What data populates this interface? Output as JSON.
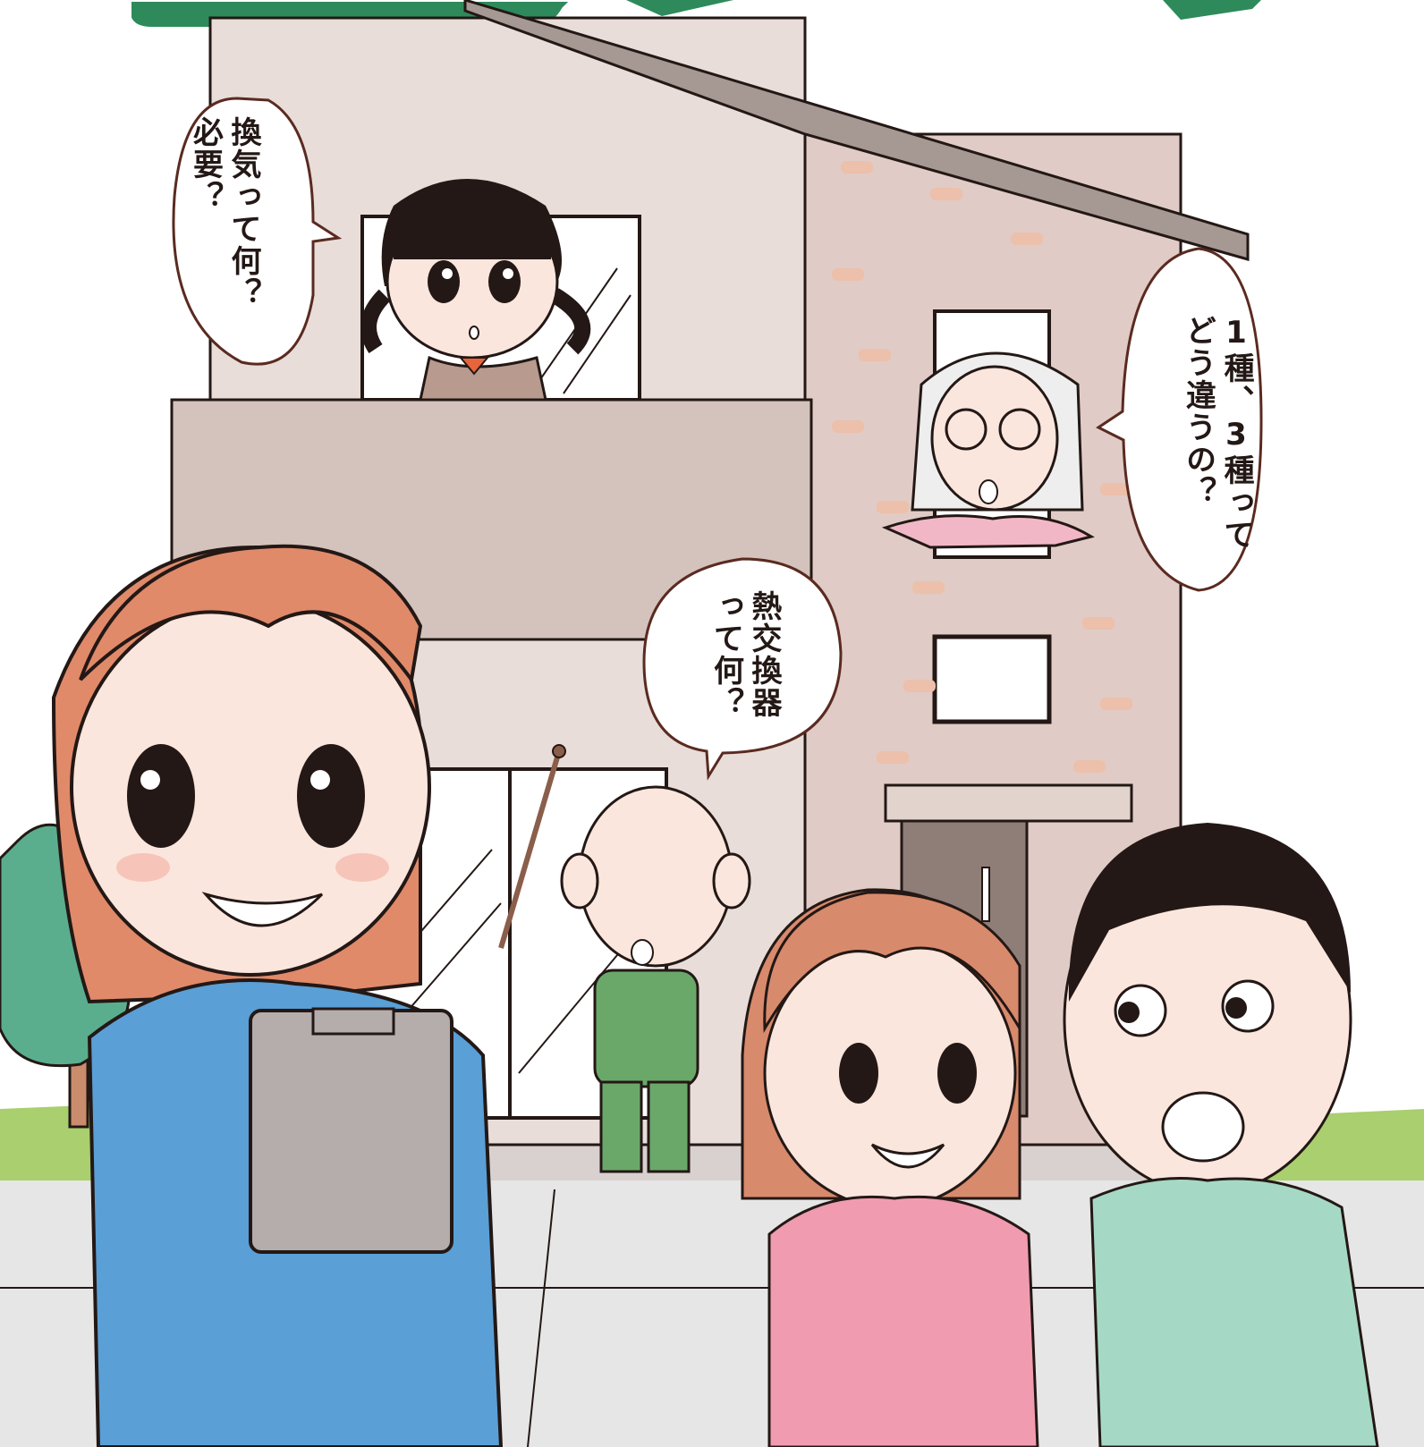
{
  "speech_bubbles": {
    "girl": "換気って何？\n必要？",
    "grandma": "1種、3種って\nどう違うの？",
    "grandpa": "熱交換器\nって何？"
  },
  "colors": {
    "title_green": "#2e8a5a",
    "wall_light": "#e8ddd8",
    "wall_brick": "#e0cbc6",
    "roof": "#a69893",
    "balcony": "#d3c3bc",
    "grass": "#a9cf6e",
    "tree": "#5aae8e",
    "worker_uniform": "#5a9fd6",
    "hair_orange": "#e08a6a",
    "pink_shirt": "#f09bb0",
    "mint_shirt": "#a5d9c5",
    "green_tracksuit": "#6aa86a"
  }
}
